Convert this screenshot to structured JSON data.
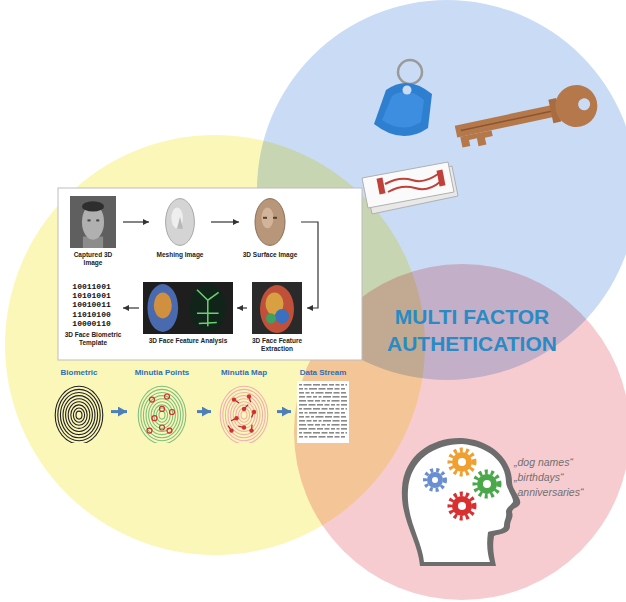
{
  "diagram": {
    "title": "MULTI FACTOR AUTHETICATION",
    "nodes": [
      {
        "text": [
          "Captured 3D Image"
        ]
      },
      {
        "text": [
          "Meshing Image"
        ]
      },
      {
        "text": [
          "3D Surface Image"
        ]
      },
      {
        "text": [
          "3D Face Feature Extraction"
        ]
      },
      {
        "text": [
          "3D Face Feature Analysis"
        ]
      },
      {
        "text": [
          "10011001 10101001 10010011 11010100 10000110",
          "3D Face Biometric Template"
        ]
      },
      {
        "text": [
          "Biometric"
        ]
      },
      {
        "text": [
          "Minutia Points"
        ]
      },
      {
        "text": [
          "Minutia Map"
        ]
      },
      {
        "text": [
          "Data Stream"
        ]
      }
    ],
    "edges": [
      {
        "from": 0,
        "to": 1,
        "arrow": "to"
      },
      {
        "from": 1,
        "to": 2,
        "arrow": "to"
      },
      {
        "from": 2,
        "to": 3,
        "arrow": "to"
      },
      {
        "from": 3,
        "to": 4,
        "arrow": "to"
      },
      {
        "from": 4,
        "to": 5,
        "arrow": "to"
      },
      {
        "from": 6,
        "to": 7,
        "arrow": "to"
      },
      {
        "from": 7,
        "to": 8,
        "arrow": "to"
      },
      {
        "from": 8,
        "to": 9,
        "arrow": "to"
      }
    ],
    "labels": [
      "„dog names“",
      "„birthdays“",
      "„anniversaries“"
    ]
  }
}
